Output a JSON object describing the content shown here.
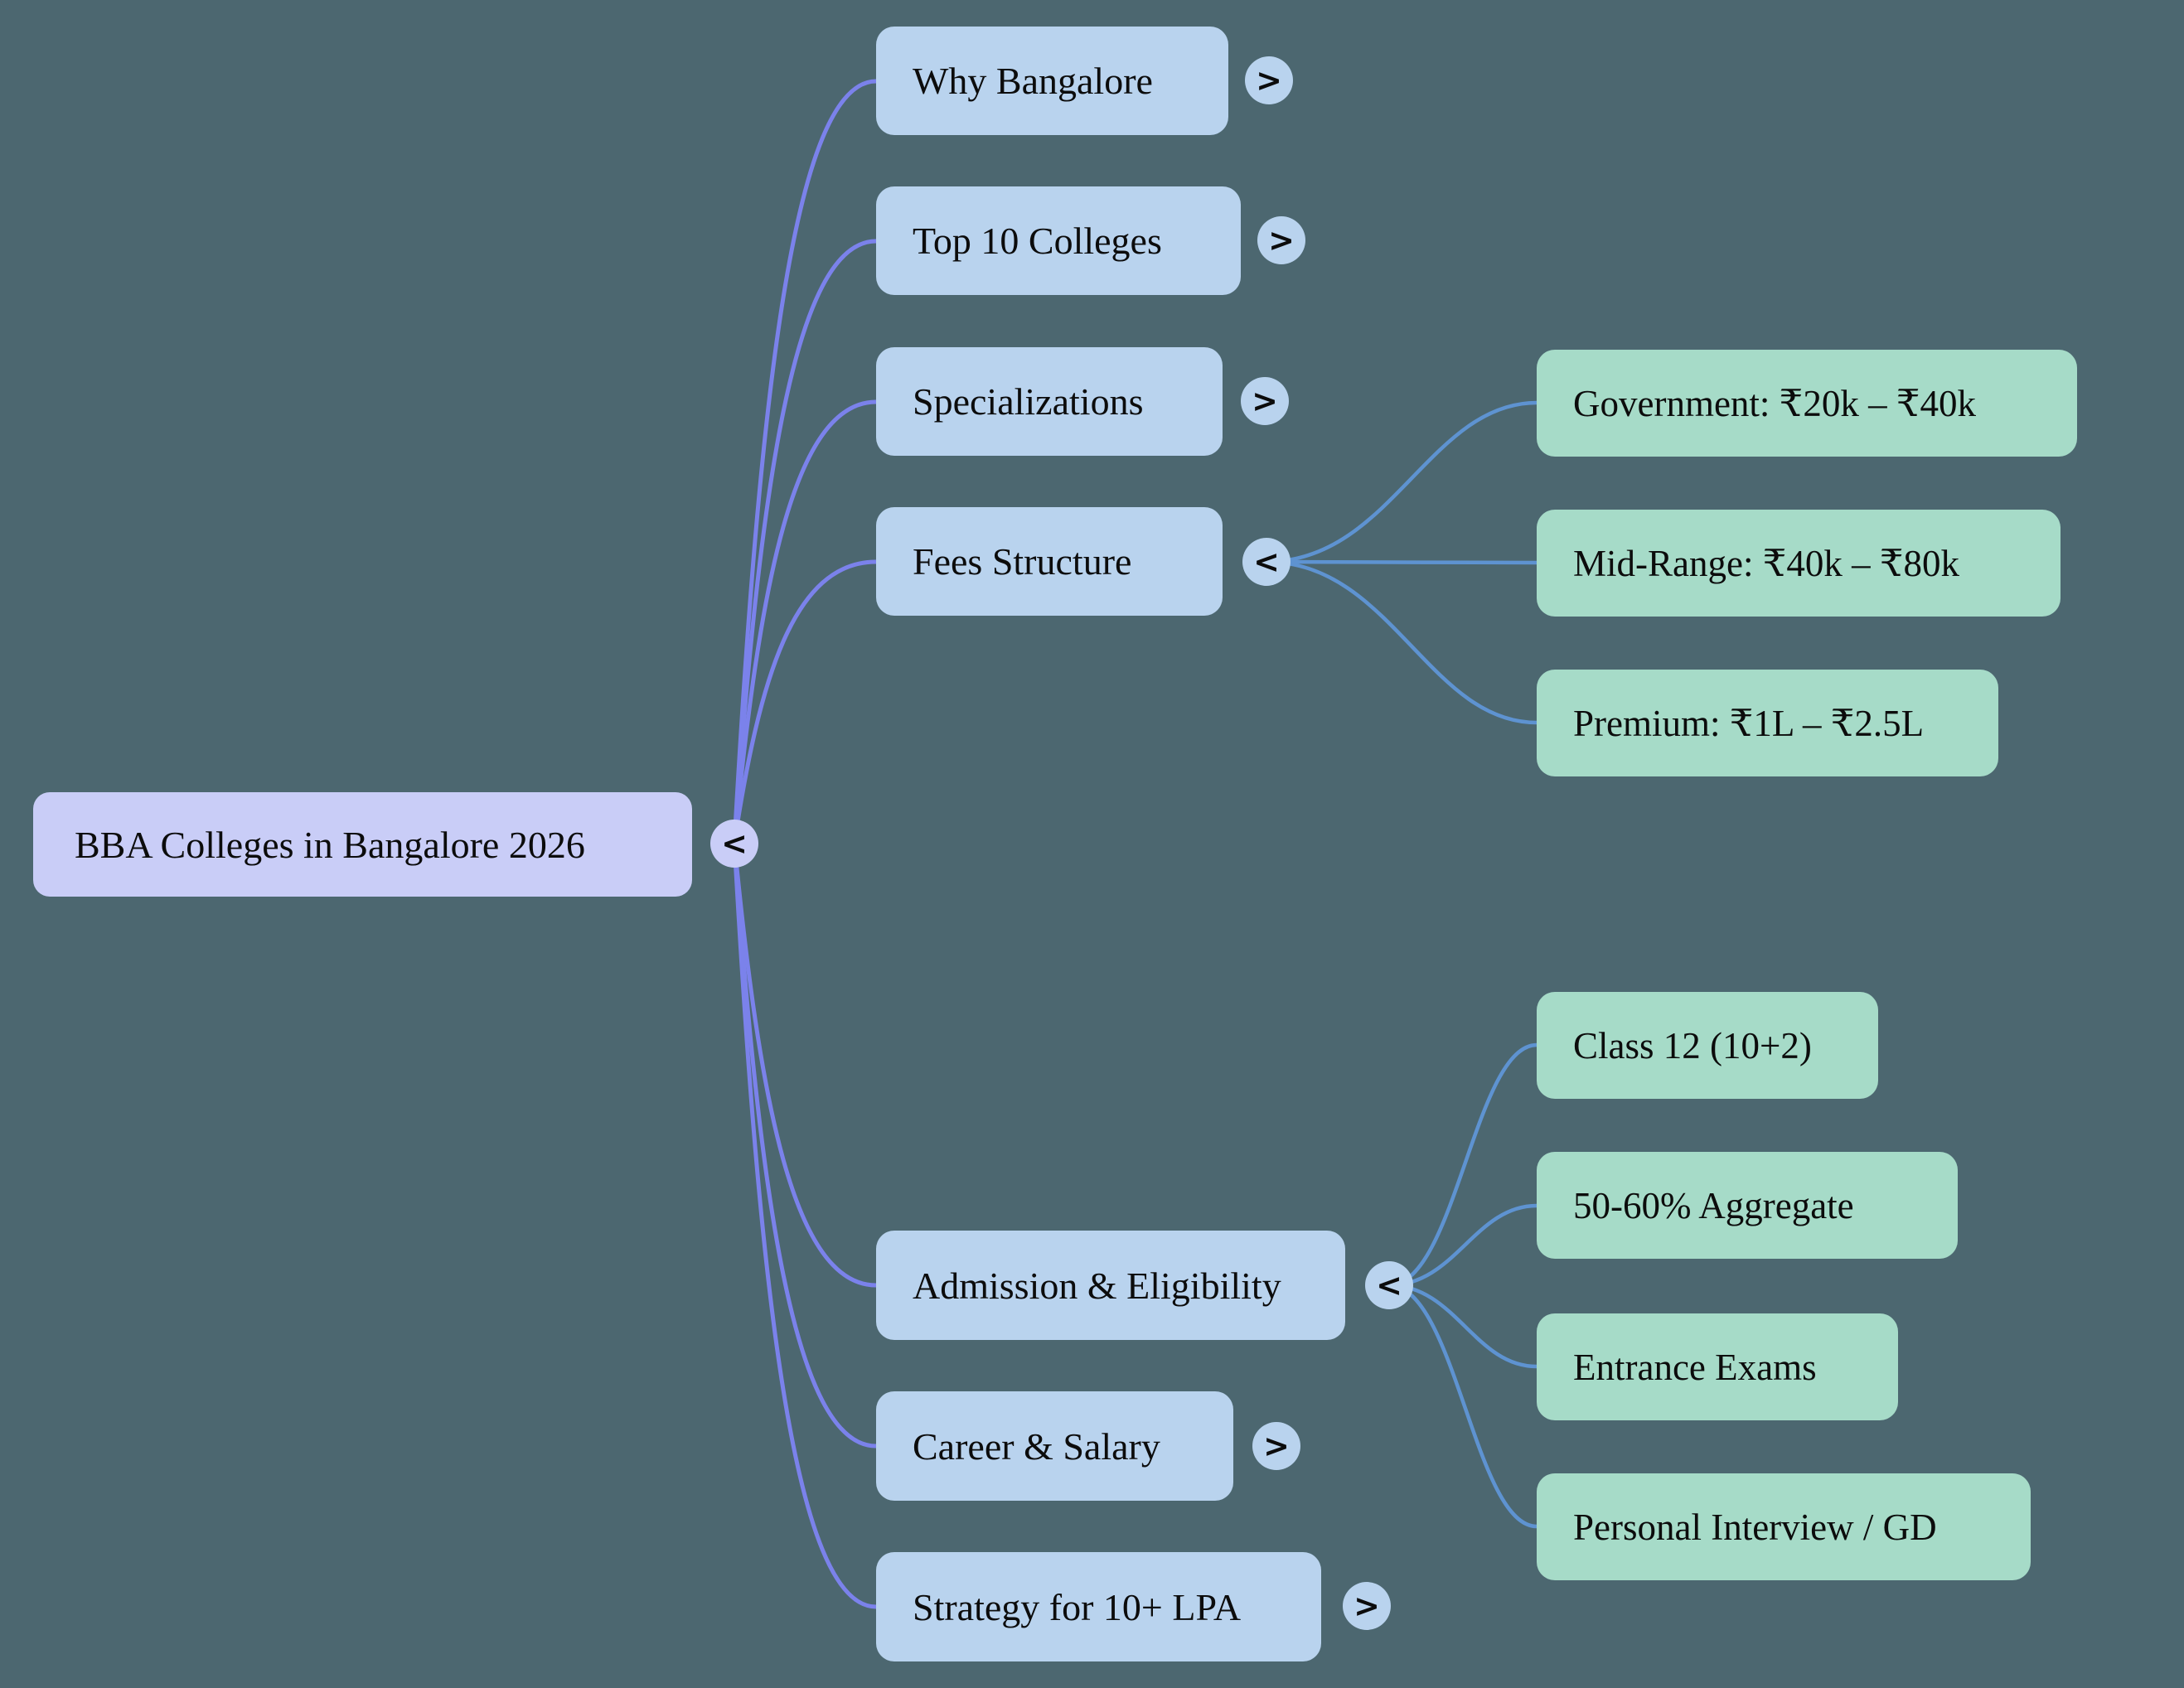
{
  "diagram": {
    "type": "mindmap",
    "colors": {
      "background": "#4c6770",
      "root_node_fill": "#c9cdf7",
      "branch_node_fill": "#b9d3ee",
      "leaf_node_fill": "#a6dbc8",
      "root_edge": "#7b82eb",
      "child_edge": "#5e93d1",
      "text": "#0c0c0c"
    },
    "root": {
      "label": "BBA Colleges in Bangalore 2026",
      "toggle": "<"
    },
    "branches": [
      {
        "label": "Why Bangalore",
        "toggle": ">"
      },
      {
        "label": "Top 10 Colleges",
        "toggle": ">"
      },
      {
        "label": "Specializations",
        "toggle": ">"
      },
      {
        "label": "Fees Structure",
        "toggle": "<",
        "children": [
          {
            "label": "Government: ₹20k – ₹40k"
          },
          {
            "label": "Mid-Range: ₹40k – ₹80k"
          },
          {
            "label": "Premium: ₹1L – ₹2.5L"
          }
        ]
      },
      {
        "label": "Admission & Eligibility",
        "toggle": "<",
        "children": [
          {
            "label": "Class 12 (10+2)"
          },
          {
            "label": "50-60% Aggregate"
          },
          {
            "label": "Entrance Exams"
          },
          {
            "label": "Personal Interview / GD"
          }
        ]
      },
      {
        "label": "Career & Salary",
        "toggle": ">"
      },
      {
        "label": "Strategy for 10+ LPA",
        "toggle": ">"
      }
    ]
  }
}
